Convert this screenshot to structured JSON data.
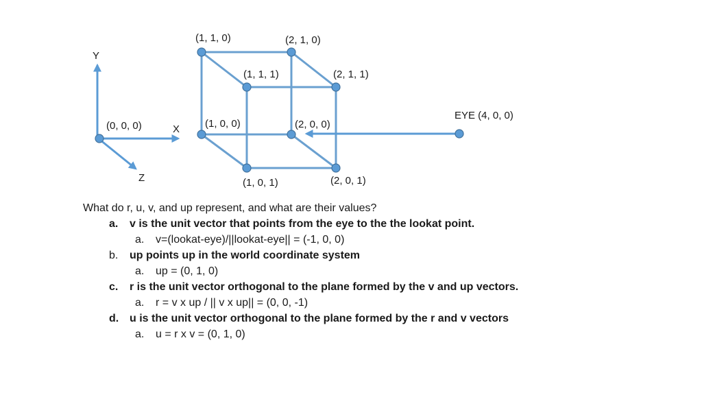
{
  "diagram": {
    "axes": {
      "origin_label": "(0, 0, 0)",
      "x_label": "X",
      "y_label": "Y",
      "z_label": "Z"
    },
    "cube": {
      "v110": "(1, 1, 0)",
      "v210": "(2, 1, 0)",
      "v111": "(1, 1, 1)",
      "v211": "(2, 1, 1)",
      "v100": "(1, 0, 0)",
      "v200": "(2, 0, 0)",
      "v101": "(1, 0, 1)",
      "v201": "(2, 0, 1)"
    },
    "eye_label": "EYE (4, 0, 0)"
  },
  "text": {
    "question": "What do r, u, v, and up represent, and what are their values?",
    "items": [
      {
        "marker": "a.",
        "text": "v is the unit vector that points from the eye to the the lookat point.",
        "sub": {
          "marker": "a.",
          "text": "v=(lookat-eye)/||lookat-eye|| = (-1, 0, 0)"
        }
      },
      {
        "marker": "b.",
        "text": "up points up in the world coordinate system",
        "sub": {
          "marker": "a.",
          "text": "up = (0, 1, 0)"
        }
      },
      {
        "marker": "c.",
        "text": "r is the unit vector orthogonal to the plane formed by the v and up vectors.",
        "sub": {
          "marker": "a.",
          "text": "r = v x up / || v x up|| = (0, 0, -1)"
        }
      },
      {
        "marker": "d.",
        "text": "u is the unit vector orthogonal to the plane formed by the r and v vectors",
        "sub": {
          "marker": "a.",
          "text": "u = r x v = (0, 1, 0)"
        }
      }
    ]
  }
}
